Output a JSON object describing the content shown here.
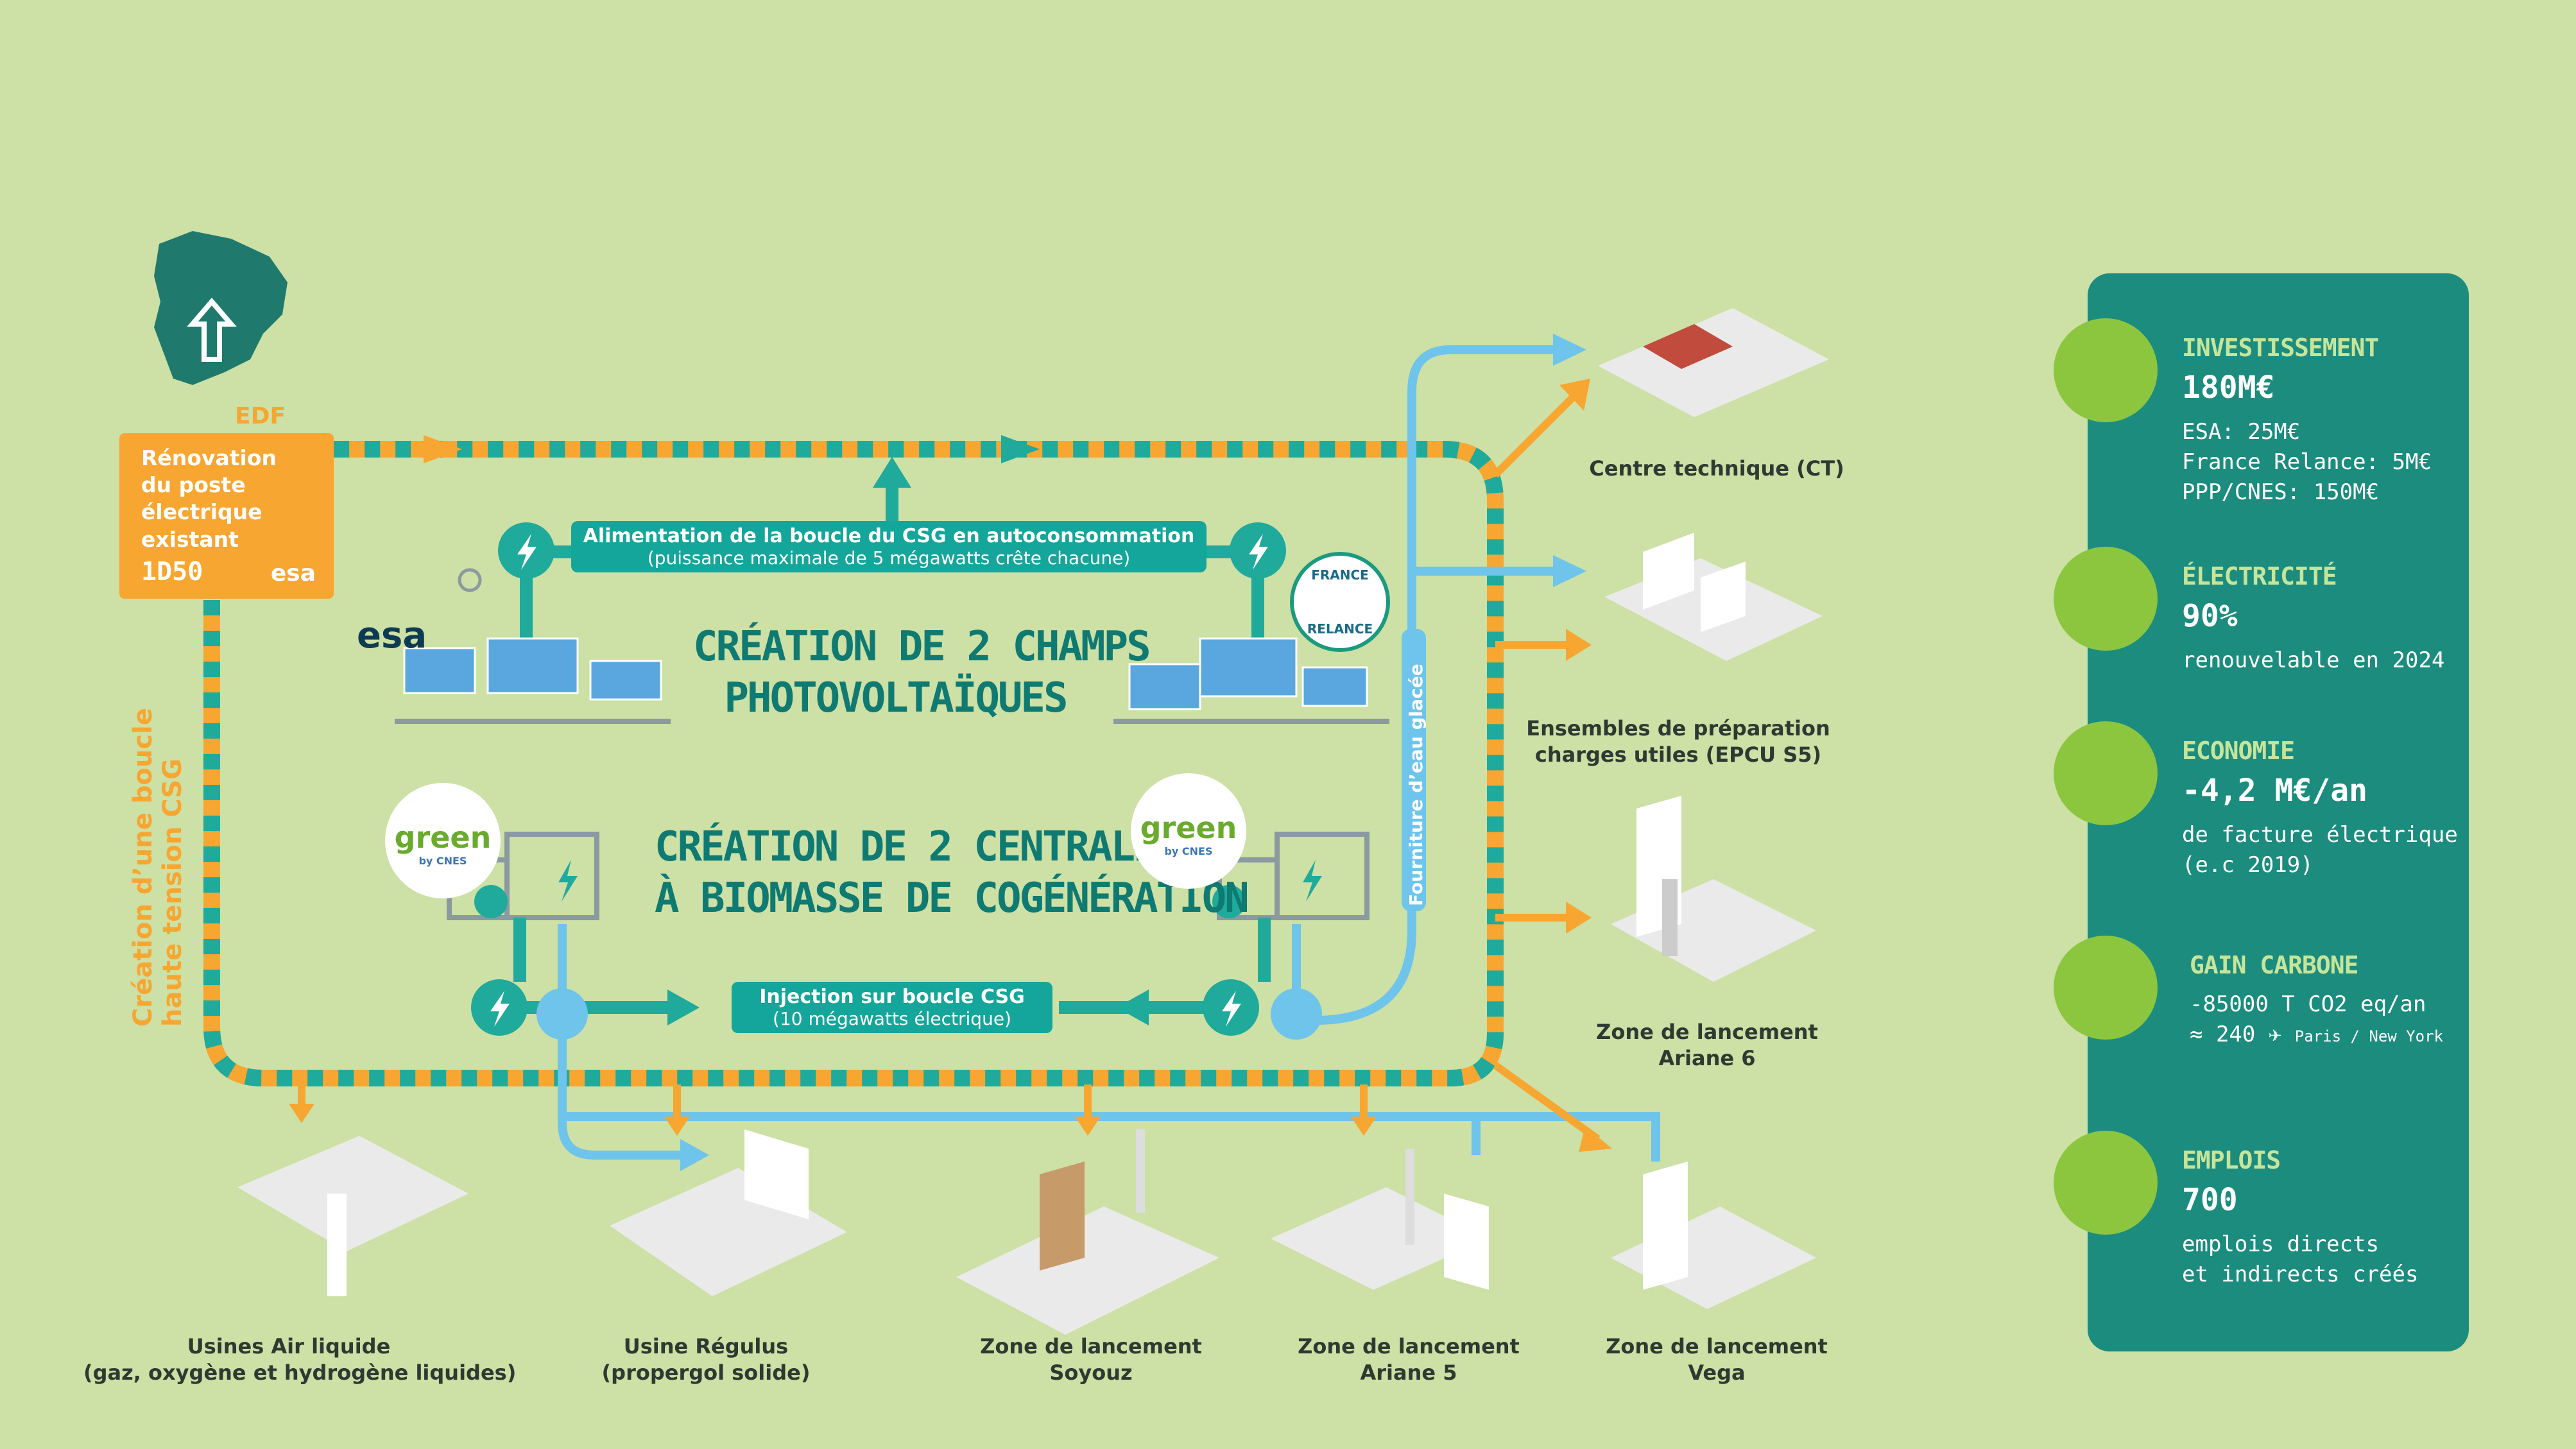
{
  "edf": {
    "tag": "EDF",
    "lines": [
      "Rénovation",
      "du poste",
      "électrique",
      "existant"
    ],
    "code": "1D50",
    "logo": "esa"
  },
  "loop_label": [
    "Création d’une boucle",
    "haute tension CSG"
  ],
  "supply_label": {
    "title": "Alimentation de la  boucle du CSG en autoconsommation",
    "subtitle": "(puissance maximale de 5 mégawatts crête chacune)"
  },
  "pv_heading": [
    "CRÉATION DE 2 CHAMPS",
    "PHOTOVOLTAÏQUES"
  ],
  "biomass_heading": [
    "CRÉATION DE 2 CENTRALES",
    "À BIOMASSE DE COGÉNÉRATION"
  ],
  "injection_label": {
    "title": "Injection sur boucle CSG",
    "subtitle": "(10 mégawatts électrique)"
  },
  "chilled_water": "Fourniture d’eau glacée",
  "logos": {
    "esa": "esa",
    "green": "green",
    "green_by": "by CNES",
    "france_relance": [
      "FRANCE",
      "RELANCE"
    ]
  },
  "facilities": {
    "ct": [
      "Centre technique (CT)"
    ],
    "epcu": [
      "Ensembles de préparation",
      "charges utiles (EPCU S5)"
    ],
    "ariane6": [
      "Zone de lancement",
      "Ariane 6"
    ],
    "airliquide": [
      "Usines Air liquide",
      "(gaz, oxygène et hydrogène liquides)"
    ],
    "regulus": [
      "Usine Régulus",
      "(propergol solide)"
    ],
    "soyouz": [
      "Zone de lancement",
      "Soyouz"
    ],
    "ariane5": [
      "Zone de lancement",
      "Ariane 5"
    ],
    "vega": [
      "Zone de lancement",
      "Vega"
    ]
  },
  "stats": {
    "investment": {
      "title": "INVESTISSEMENT",
      "value": "180M€",
      "lines": [
        "ESA: 25M€",
        "France Relance: 5M€",
        "PPP/CNES: 150M€"
      ],
      "icon": "piggy-bank-icon"
    },
    "electricity": {
      "title": "ÉLECTRICITÉ",
      "value": "90%",
      "lines": [
        "renouvelable en 2024"
      ],
      "icon": "lightning-icon"
    },
    "economy": {
      "title": "ECONOMIE",
      "value": "-4,2 M€/an",
      "lines": [
        "de facture électrique",
        "(e.c 2019)"
      ],
      "icon": "coins-down-icon"
    },
    "carbon": {
      "title": "GAIN CARBONE",
      "value": "-85000 T CO2 eq/an",
      "approx": "≈ 240",
      "route": "Paris / New York",
      "icon": "co2-footprint-icon"
    },
    "jobs": {
      "title": "EMPLOIS",
      "value": "700",
      "lines": [
        "emplois directs",
        "et indirects créés"
      ],
      "icon": "worker-icon"
    }
  },
  "colors": {
    "background": "#cde0a5",
    "orange": "#f7a631",
    "teal": "#14a69a",
    "light_blue": "#6ec4ea",
    "panel": "#1b8c7e",
    "heading": "#0f7a72"
  }
}
